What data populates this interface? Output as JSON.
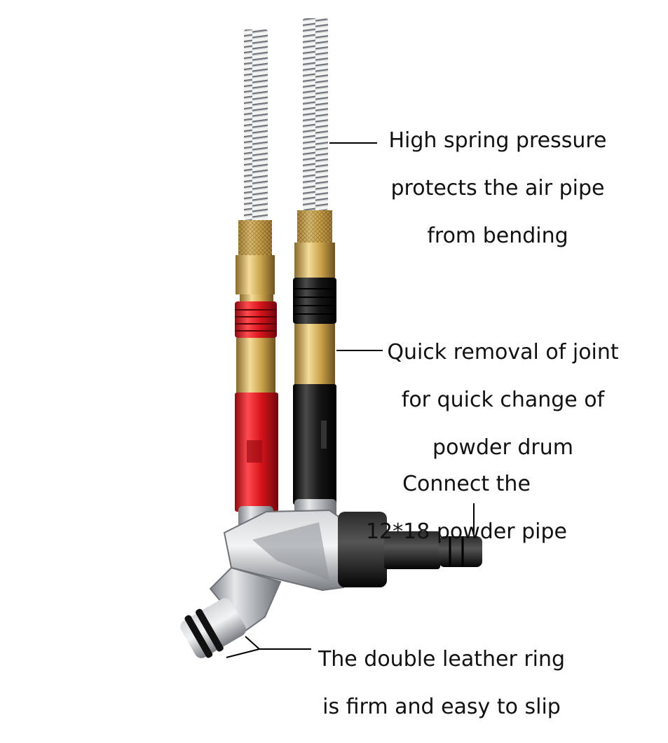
{
  "captions": {
    "spring": [
      "High spring pressure",
      "protects the air pipe",
      "from bending"
    ],
    "joint": [
      "Quick removal of joint",
      "for quick change of",
      "powder drum"
    ],
    "pipe": [
      "Connect the",
      "12*18 powder pipe"
    ],
    "ring": [
      "The double leather ring",
      "is firm and easy to slip"
    ]
  },
  "colors": {
    "background": "#ffffff",
    "red_body": "#d8141c",
    "black_body": "#121212",
    "brass": "#c9a24a",
    "silver": "#b9bcc0",
    "spring": "#8a8e93"
  }
}
